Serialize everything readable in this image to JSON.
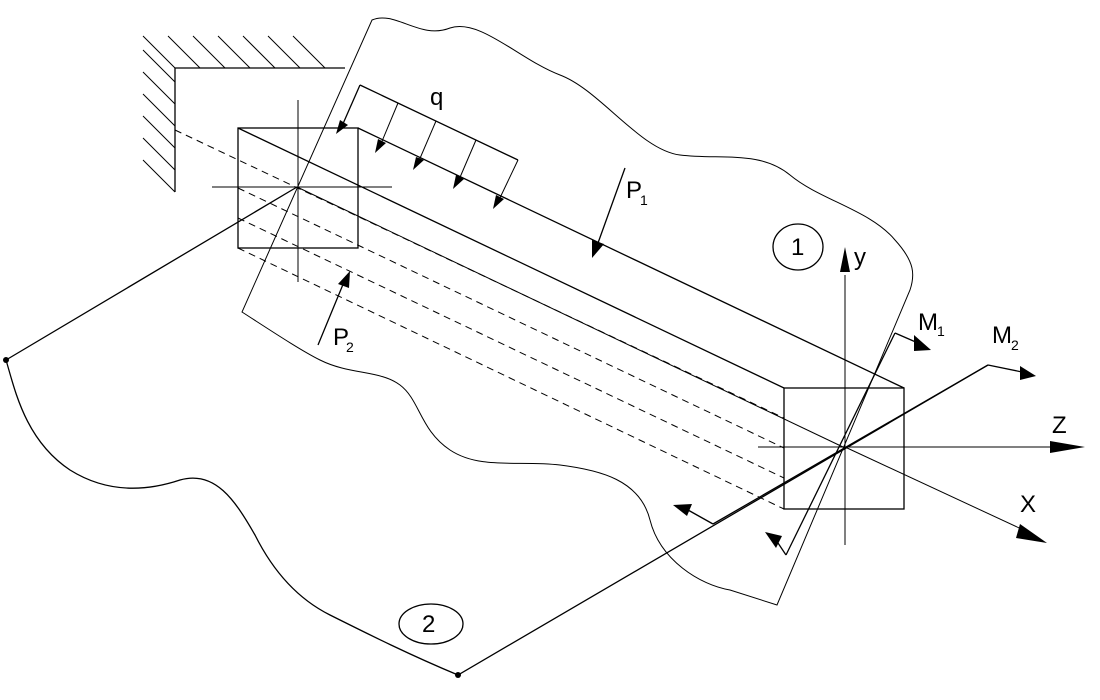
{
  "labels": {
    "q": "q",
    "p1": "P",
    "p1_sub": "1",
    "p2": "P",
    "p2_sub": "2",
    "m1": "M",
    "m1_sub": "1",
    "m2": "M",
    "m2_sub": "2",
    "y": "y",
    "z": "Z",
    "x": "X",
    "plane1": "1",
    "plane2": "2"
  }
}
